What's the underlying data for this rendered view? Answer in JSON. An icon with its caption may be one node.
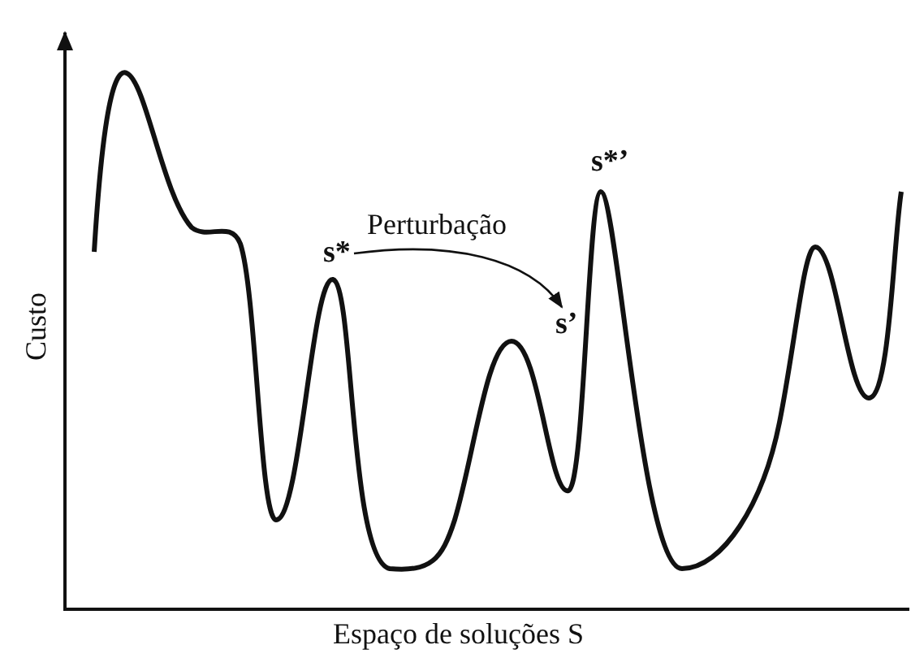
{
  "diagram": {
    "nodes": [
      {
        "text": [
          "s*"
        ]
      },
      {
        "text": [
          "s’"
        ]
      }
    ],
    "edges": [
      {
        "from": 0,
        "to": 1,
        "arrow": "to",
        "label": "Perturbação"
      }
    ],
    "labels": [
      "s*’",
      "Custo",
      "Espaço de soluções S"
    ]
  }
}
